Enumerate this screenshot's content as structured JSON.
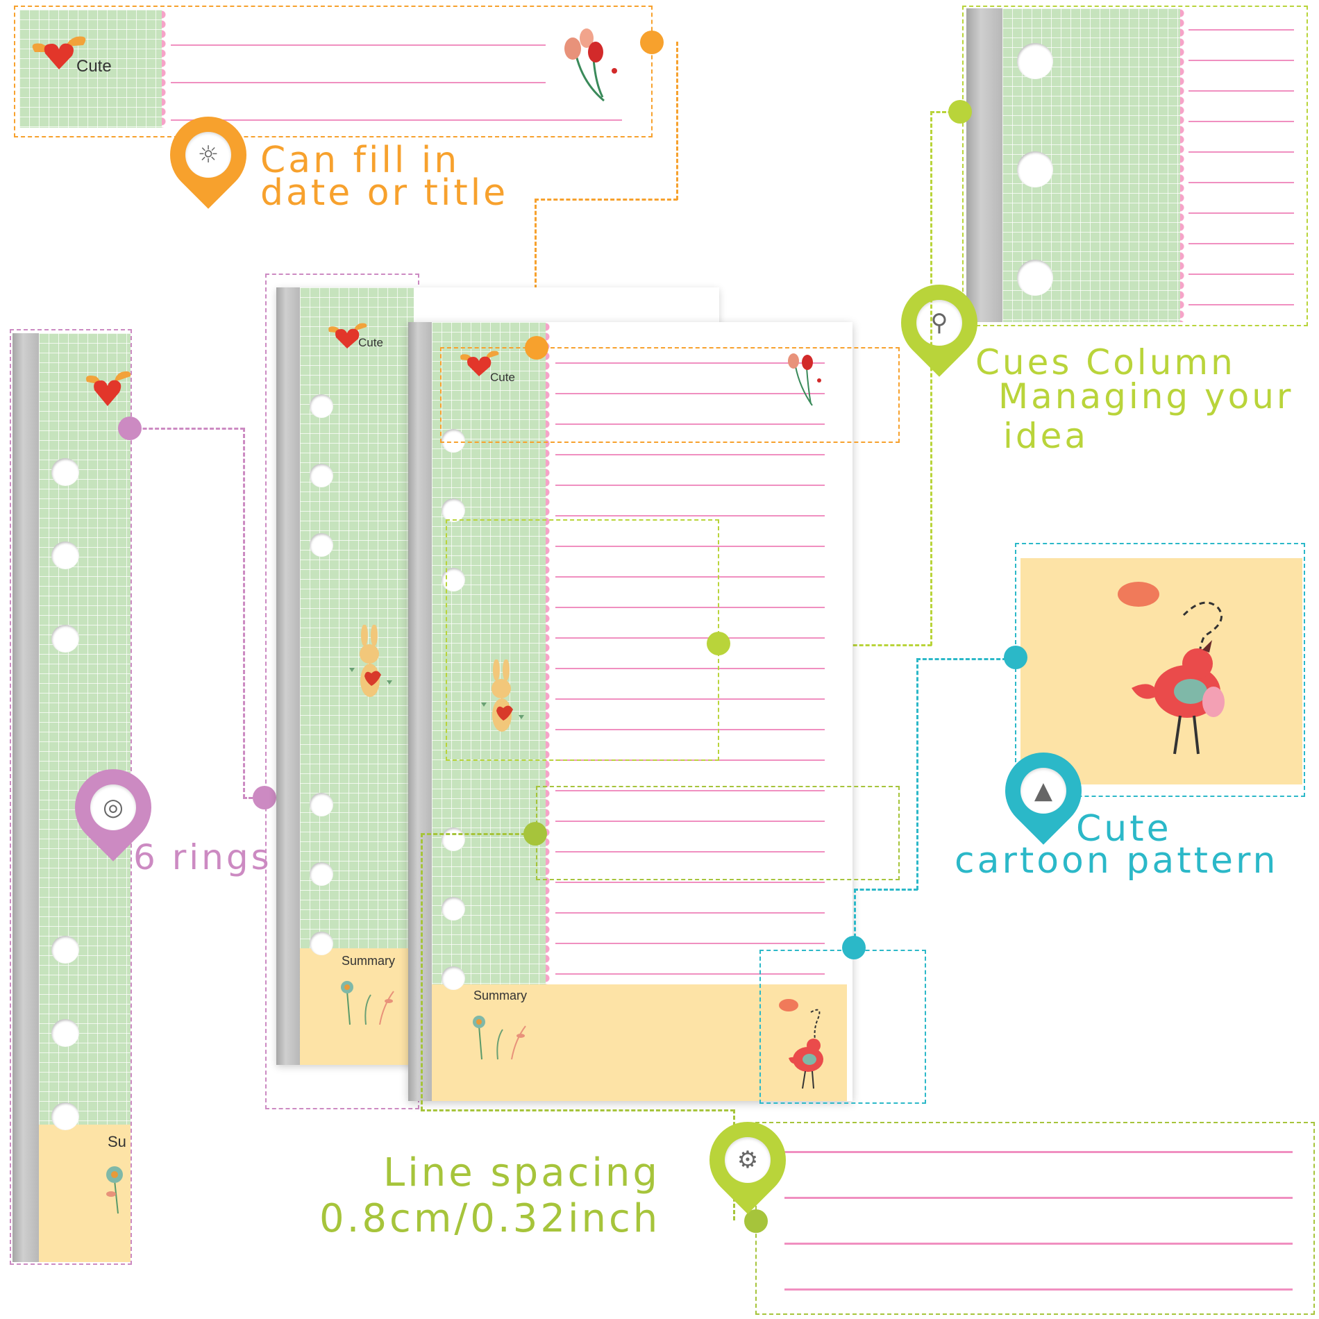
{
  "callouts": {
    "date_title": {
      "line1": "Can fill in",
      "line2": "date or title",
      "color": "#f7a12d"
    },
    "cues_column": {
      "line1": "Cues Column",
      "line2": "Managing your",
      "line3": "idea",
      "color": "#b9d43a"
    },
    "cartoon": {
      "line1": "Cute",
      "line2": "cartoon pattern",
      "color": "#2bb8c8"
    },
    "rings": {
      "text": "6 rings",
      "color": "#cc8ac2"
    },
    "spacing": {
      "line1": "Line spacing",
      "line2": "0.8cm/0.32inch",
      "color": "#a6c43b"
    }
  },
  "page": {
    "brand_word": "Cute",
    "summary_label": "Summary",
    "summary_label_short": "Su"
  },
  "icons": {
    "date_title": "lightbulb-icon",
    "cues_column": "magnifier-icon",
    "cartoon": "briefcase-icon",
    "rings": "target-icon",
    "spacing": "gear-icon"
  },
  "colors": {
    "grid": "#c6e3bd",
    "rule": "#f08fc0",
    "summary": "#fde3a6",
    "bird_panel": "#fde3a6"
  }
}
